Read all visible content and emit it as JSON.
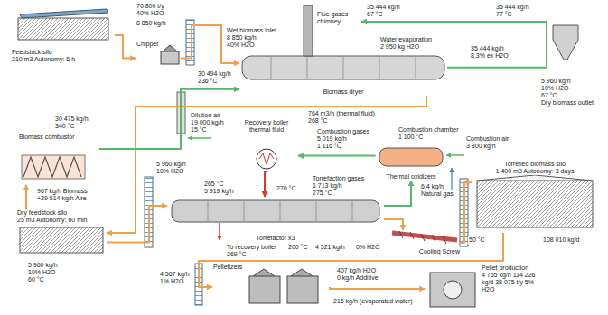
{
  "diagram": {
    "nodes": [
      {
        "text": [
          "Feedstock silo",
          "210 m3 Autonomy: 6 h"
        ]
      },
      {
        "text": [
          "Chipper"
        ]
      },
      {
        "text": [
          "Biomass dryer"
        ]
      },
      {
        "text": [
          "Flue gases chimney"
        ]
      },
      {
        "text": [
          "Biomass combustor"
        ]
      },
      {
        "text": [
          "Recovery boiler thermal fluid"
        ]
      },
      {
        "text": [
          "Thermal oxidizers"
        ]
      },
      {
        "text": [
          "Dry feedstock silo",
          "25 m3 Autonomy: 60 min"
        ]
      },
      {
        "text": [
          "Torrefactor x3"
        ]
      },
      {
        "text": [
          "Cooling Screw"
        ]
      },
      {
        "text": [
          "Torrefied biomass silo",
          "1 400 m3 Autonomy: 3 days"
        ]
      },
      {
        "text": [
          "Pelletizers"
        ]
      },
      {
        "text": [
          "Pellet production",
          "4 755 kg/h 114 226 kg/d 38 075 t/y 5% H2O"
        ]
      }
    ],
    "edges": [
      {
        "from": 0,
        "to": 1,
        "arrow": "to"
      },
      {
        "from": 1,
        "to": 2,
        "arrow": "to"
      },
      {
        "from": 2,
        "to": 3,
        "arrow": "to"
      },
      {
        "from": 2,
        "to": 7,
        "arrow": "to"
      },
      {
        "from": 4,
        "to": 2,
        "arrow": "to"
      },
      {
        "from": 7,
        "to": 4,
        "arrow": "to"
      },
      {
        "from": 7,
        "to": 8,
        "arrow": "to"
      },
      {
        "from": 8,
        "to": 6,
        "arrow": "to"
      },
      {
        "from": 6,
        "to": 5,
        "arrow": "to"
      },
      {
        "from": 5,
        "to": 8,
        "arrow": "to"
      },
      {
        "from": 8,
        "to": 9,
        "arrow": "to"
      },
      {
        "from": 9,
        "to": 10,
        "arrow": "to"
      },
      {
        "from": 10,
        "to": 11,
        "arrow": "to"
      },
      {
        "from": 11,
        "to": 12,
        "arrow": "to"
      }
    ],
    "labels": [
      "70 800 t/y",
      "40% H2O",
      "8 850 kg/h",
      "Wet biomass inlet",
      "8 850 kg/h",
      "40% H2O",
      "Water evaporation",
      "2 950 kg H2O",
      "35 444 kg/h",
      "67 °C",
      "35 444 kg/h",
      "77 °C",
      "35 444 kg/h",
      "8,3% ex H2O",
      "5 960 kg/h",
      "10% H2O",
      "67 °C",
      "Dry biomass outlet",
      "30 494 kg/h",
      "236 °C",
      "Dilution air",
      "19 000 kg/h",
      "15 °C",
      "30 475 kg/h",
      "340 °C",
      "764 m3/h (thermal fluid)",
      "268 °C",
      "Combustion gases",
      "5 019 kg/h",
      "1 116 °C",
      "Combustion chamber",
      "1 100 °C",
      "Combustion air",
      "3 800 kg/h",
      "6,4 kg/h",
      "Natural gas",
      "967 kg/h Biomass",
      "+29 514 kg/h Aire",
      "5 960 kg/h",
      "10% H2O",
      "265 °C",
      "5 919 kg/h",
      "270 °C",
      "Torrefaction gases",
      "1 713 kg/h",
      "275 °C",
      "5 960 kg/h",
      "10% H2O",
      "60 °C",
      "To recovery boiler",
      "269 °C",
      "200 °C",
      "4 521 kg/h",
      "0% H2O",
      "50 °C",
      "108 010 kg/d",
      "4 567 kg/h",
      "1% H2O",
      "407 kg/h H2O",
      "0 kg/h Additive",
      "215 kg/h (evaporated water)"
    ]
  }
}
